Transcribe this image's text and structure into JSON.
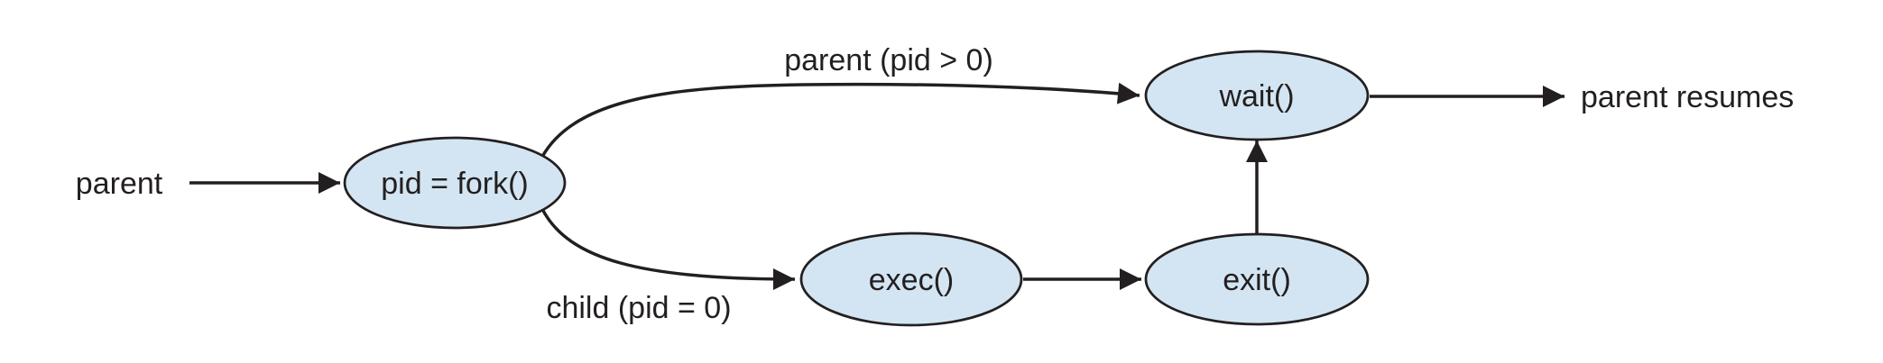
{
  "diagram": {
    "background_color": "#ffffff",
    "stroke_color": "#231f20",
    "node_fill_color": "#d3e5f2",
    "nodes": [
      {
        "id": "fork",
        "label": "pid = fork()"
      },
      {
        "id": "wait",
        "label": "wait()"
      },
      {
        "id": "exec",
        "label": "exec()"
      },
      {
        "id": "exit",
        "label": "exit()"
      }
    ],
    "labels": {
      "start": "parent",
      "parent_branch": "parent (pid > 0)",
      "child_branch": "child (pid = 0)",
      "end": "parent resumes"
    }
  }
}
